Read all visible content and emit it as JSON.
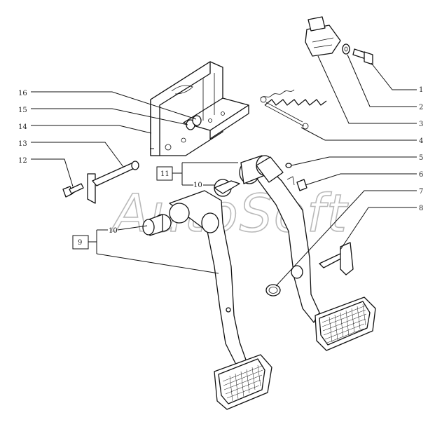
{
  "watermark": "AutoSoft",
  "callouts_right": [
    "1",
    "2",
    "3",
    "4",
    "5",
    "6",
    "7",
    "8"
  ],
  "callouts_left": [
    "16",
    "15",
    "14",
    "13",
    "12"
  ],
  "callout_boxes": [
    "11",
    "9"
  ],
  "callout_inner": [
    "10",
    "10"
  ]
}
